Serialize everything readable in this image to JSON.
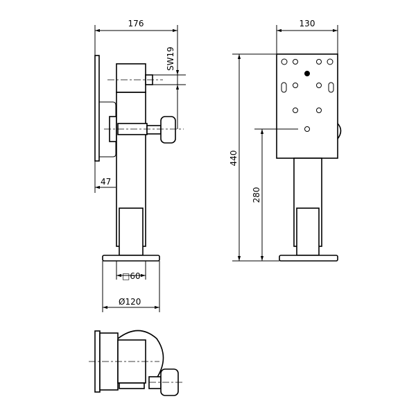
{
  "dimensions": {
    "width_total": "176",
    "plate_width": "130",
    "wrench_size": "SW19",
    "offset": "47",
    "height_total": "440",
    "height_min": "280",
    "tube_square": "□60",
    "foot_diameter": "Ø120"
  },
  "colors": {
    "line": "#000000",
    "background": "#ffffff"
  }
}
